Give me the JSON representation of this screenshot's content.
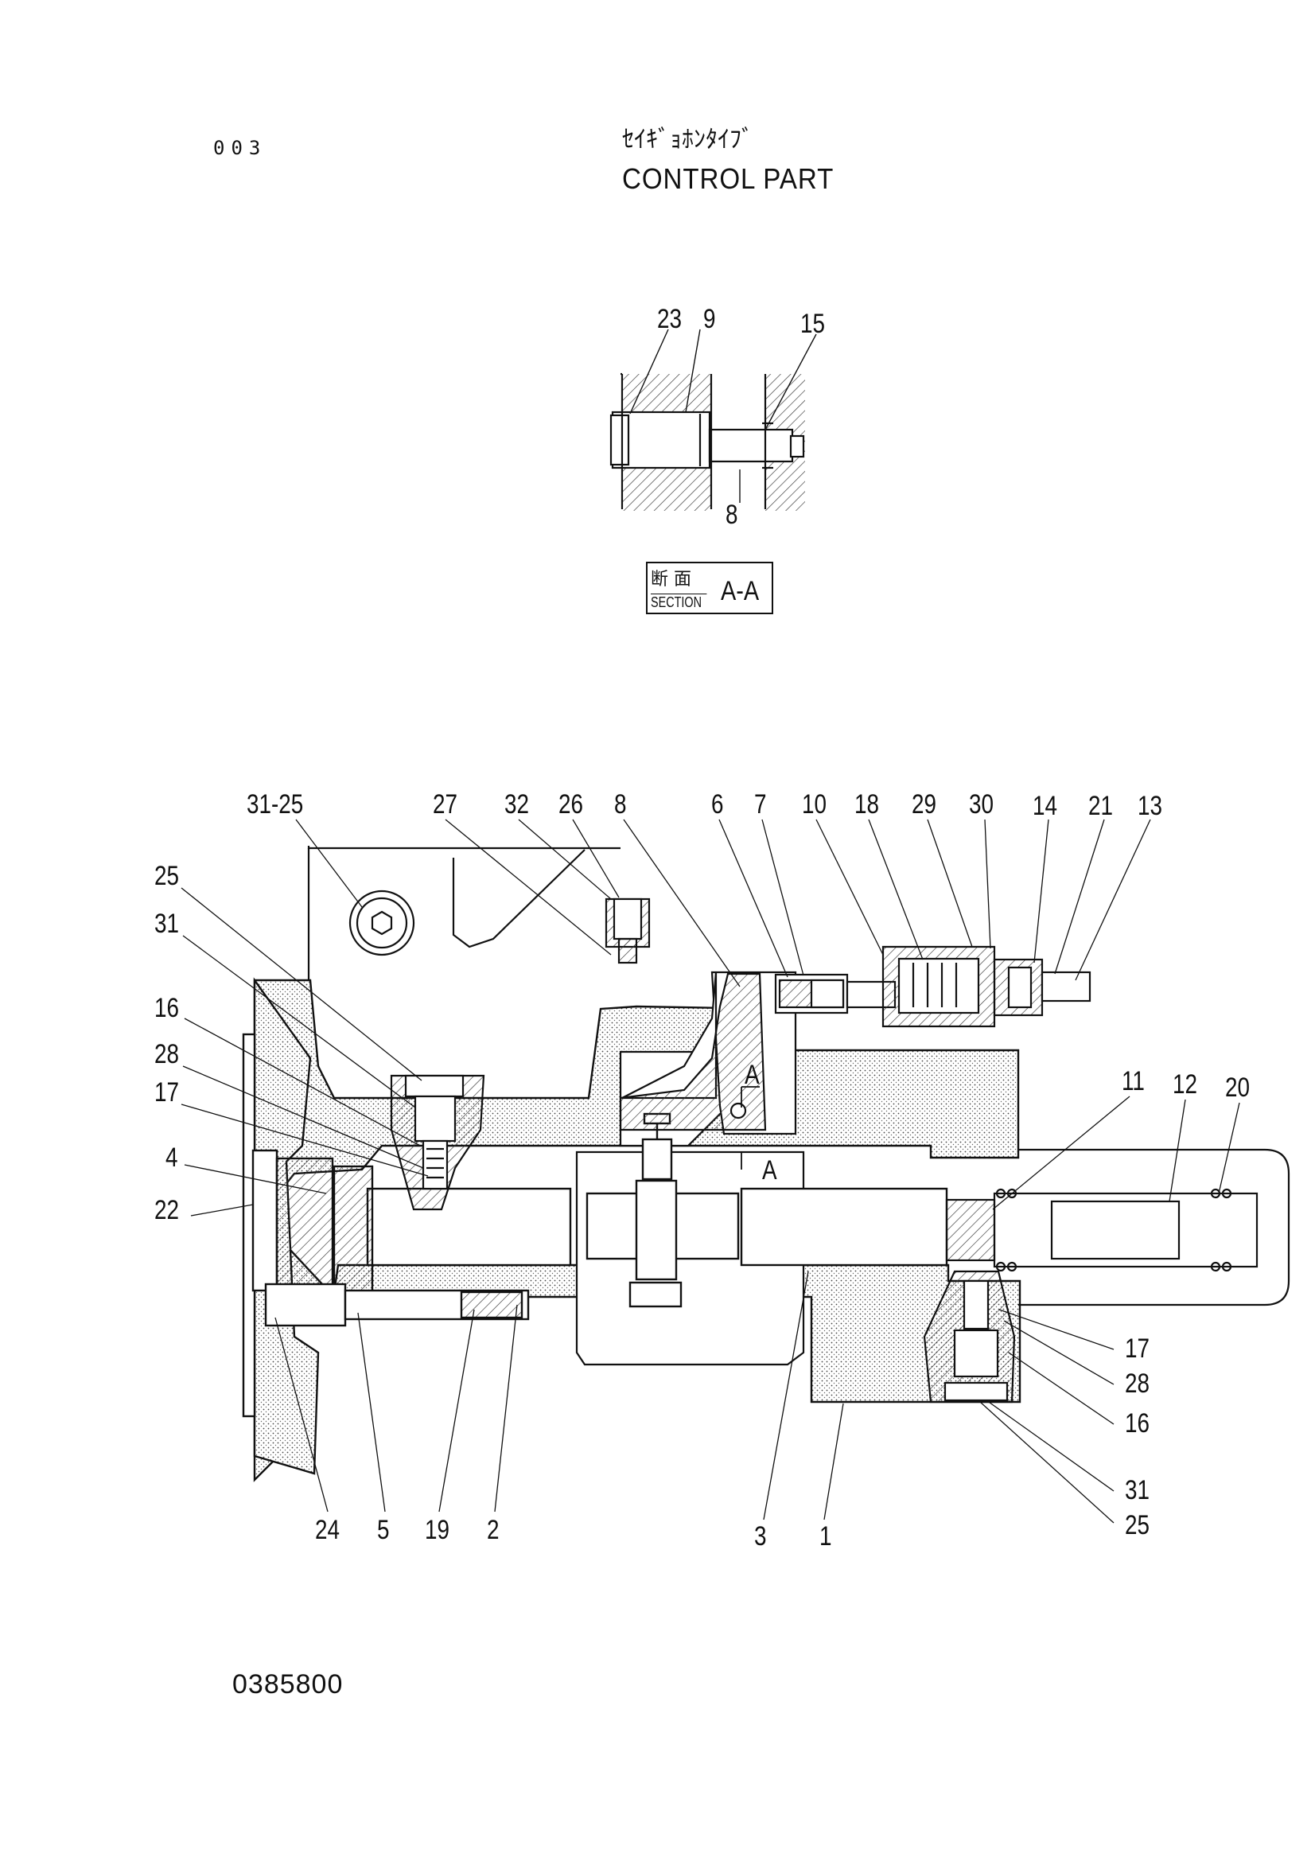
{
  "header": {
    "page_number": "003",
    "title_jp": "ｾｲｷﾞｮﾎﾝﾀｲﾌﾞ",
    "title_en": "CONTROL PART"
  },
  "section_view": {
    "label_jp": "断 面",
    "label_en": "SECTION",
    "label_id": "A-A",
    "callouts": [
      "23",
      "9",
      "15",
      "8"
    ]
  },
  "main_view": {
    "section_marks": [
      "A",
      "A"
    ],
    "callouts": [
      "31-25",
      "27",
      "32",
      "26",
      "8",
      "6",
      "7",
      "10",
      "18",
      "29",
      "30",
      "14",
      "21",
      "13",
      "25",
      "31",
      "16",
      "28",
      "17",
      "4",
      "22",
      "11",
      "12",
      "20",
      "17",
      "28",
      "16",
      "31",
      "25",
      "24",
      "5",
      "19",
      "2",
      "3",
      "1"
    ]
  },
  "footer": {
    "drawing_number": "0385800"
  }
}
